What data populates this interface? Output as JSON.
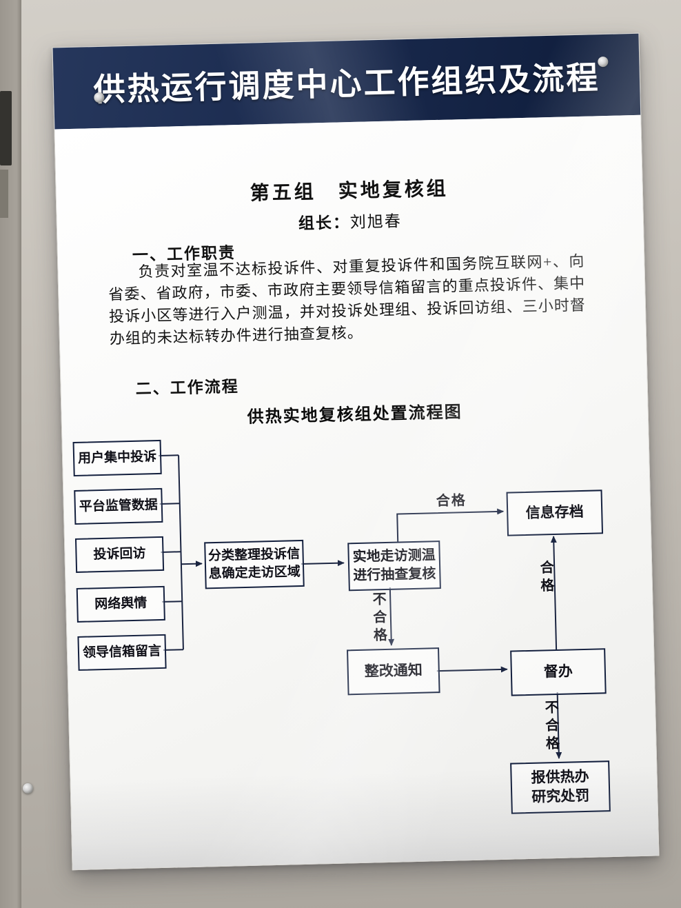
{
  "banner": {
    "title": "供热运行调度中心工作组织及流程"
  },
  "panel": {
    "group_title": "第五组　实地复核组",
    "leader_label": "组长：",
    "leader_name": "刘旭春",
    "section1_heading": "一、工作职责",
    "duty_text": "负责对室温不达标投诉件、对重复投诉件和国务院互联网+、向省委、省政府，市委、市政府主要领导信箱留言的重点投诉件、集中投诉小区等进行入户测温，并对投诉处理组、投诉回访组、三小时督办组的未达标转办件进行抽查复核。",
    "section2_heading": "二、工作流程",
    "chart_title": "供热实地复核组处置流程图"
  },
  "flowchart": {
    "sources": [
      "用户集中投诉",
      "平台监管数据",
      "投诉回访",
      "网络舆情",
      "领导信箱留言"
    ],
    "nodes": {
      "classify": "分类整理投诉信息确定走访区域",
      "visit": "实地走访测温进行抽查复核",
      "archive": "信息存档",
      "rectify": "整改通知",
      "supervise": "督办",
      "report": "报供热办研究处罚"
    },
    "labels": {
      "pass": "合格",
      "fail": "不合格"
    },
    "edges": [
      {
        "from": "用户集中投诉",
        "to": "分类整理投诉信息确定走访区域",
        "label": ""
      },
      {
        "from": "平台监管数据",
        "to": "分类整理投诉信息确定走访区域",
        "label": ""
      },
      {
        "from": "投诉回访",
        "to": "分类整理投诉信息确定走访区域",
        "label": ""
      },
      {
        "from": "网络舆情",
        "to": "分类整理投诉信息确定走访区域",
        "label": ""
      },
      {
        "from": "领导信箱留言",
        "to": "分类整理投诉信息确定走访区域",
        "label": ""
      },
      {
        "from": "分类整理投诉信息确定走访区域",
        "to": "实地走访测温进行抽查复核",
        "label": ""
      },
      {
        "from": "实地走访测温进行抽查复核",
        "to": "信息存档",
        "label": "合格"
      },
      {
        "from": "实地走访测温进行抽查复核",
        "to": "整改通知",
        "label": "不合格"
      },
      {
        "from": "整改通知",
        "to": "督办",
        "label": ""
      },
      {
        "from": "督办",
        "to": "信息存档",
        "label": "合格"
      },
      {
        "from": "督办",
        "to": "报供热办研究处罚",
        "label": "不合格"
      }
    ]
  },
  "colors": {
    "banner_navy": "#16264a",
    "line_color": "#1a2440",
    "board_white": "#f9f9f7"
  }
}
